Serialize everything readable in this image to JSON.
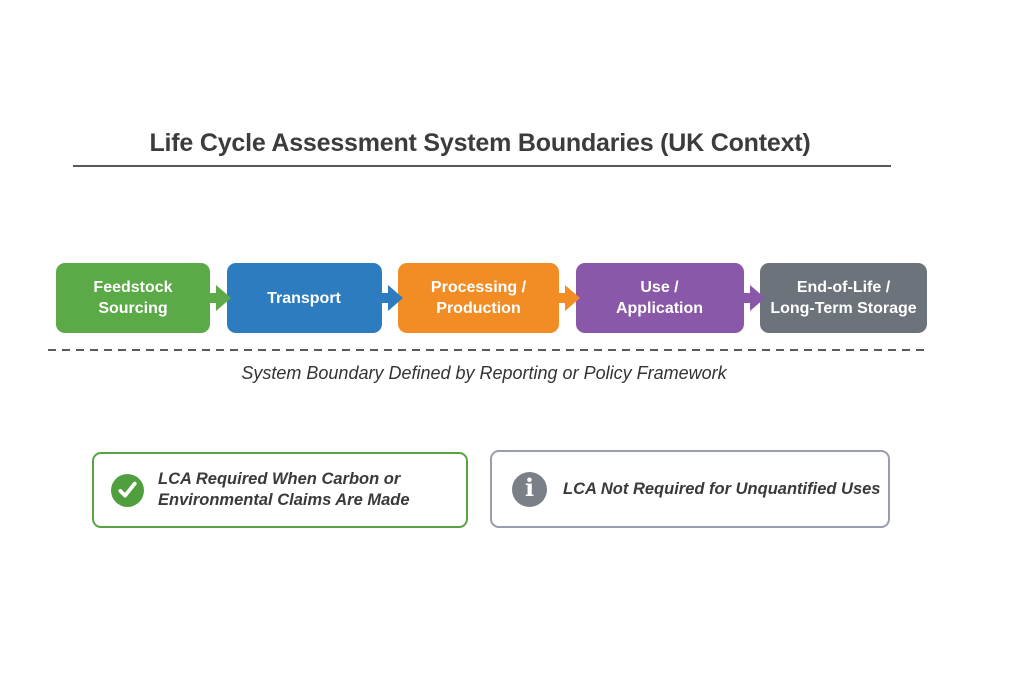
{
  "title": "Life Cycle Assessment System Boundaries (UK Context)",
  "boundary_caption": "System Boundary Defined by Reporting or Policy Framework",
  "stages": [
    {
      "line1": "Feedstock",
      "line2": "Sourcing",
      "color": "#5baa47"
    },
    {
      "line1": "Transport",
      "line2": "",
      "color": "#2e7cc0"
    },
    {
      "line1": "Processing /",
      "line2": "Production",
      "color": "#f28d26"
    },
    {
      "line1": "Use /",
      "line2": "Application",
      "color": "#8a58a9"
    },
    {
      "line1": "End-of-Life /",
      "line2": "Long-Term Storage",
      "color": "#6d737a"
    }
  ],
  "notes": [
    {
      "icon": "check-circle-icon",
      "line1": "LCA Required When Carbon or",
      "line2": "Environmental Claims Are Made",
      "border_color": "#58a444",
      "icon_color": "#4f9f3e"
    },
    {
      "icon": "info-circle-icon",
      "glyph": "i",
      "line1": "LCA Not Required for Unquantified Uses",
      "line2": "",
      "border_color": "#999db0",
      "icon_color": "#7a7f88"
    }
  ],
  "colors": {
    "background": "#ffffff",
    "title_text": "#3c3c3d",
    "title_rule": "#58595b",
    "dashed_line": "#595a5c",
    "caption_text": "#333333",
    "note_text": "#3a3a3a",
    "stage_text": "#ffffff"
  }
}
